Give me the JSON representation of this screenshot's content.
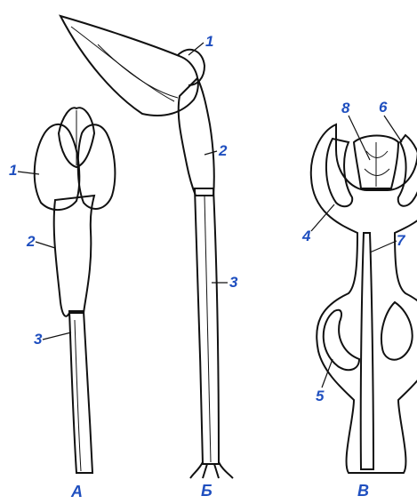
{
  "captions": {
    "a": "А",
    "b": "Б",
    "c": "В"
  },
  "labels": {
    "a1": "1",
    "a2": "2",
    "a3": "3",
    "b1": "1",
    "b2": "2",
    "b3": "3",
    "c4": "4",
    "c5": "5",
    "c6": "6",
    "c7": "7",
    "c8": "8"
  },
  "colors": {
    "label_blue": "#1f4fbf",
    "ink": "#111111"
  }
}
